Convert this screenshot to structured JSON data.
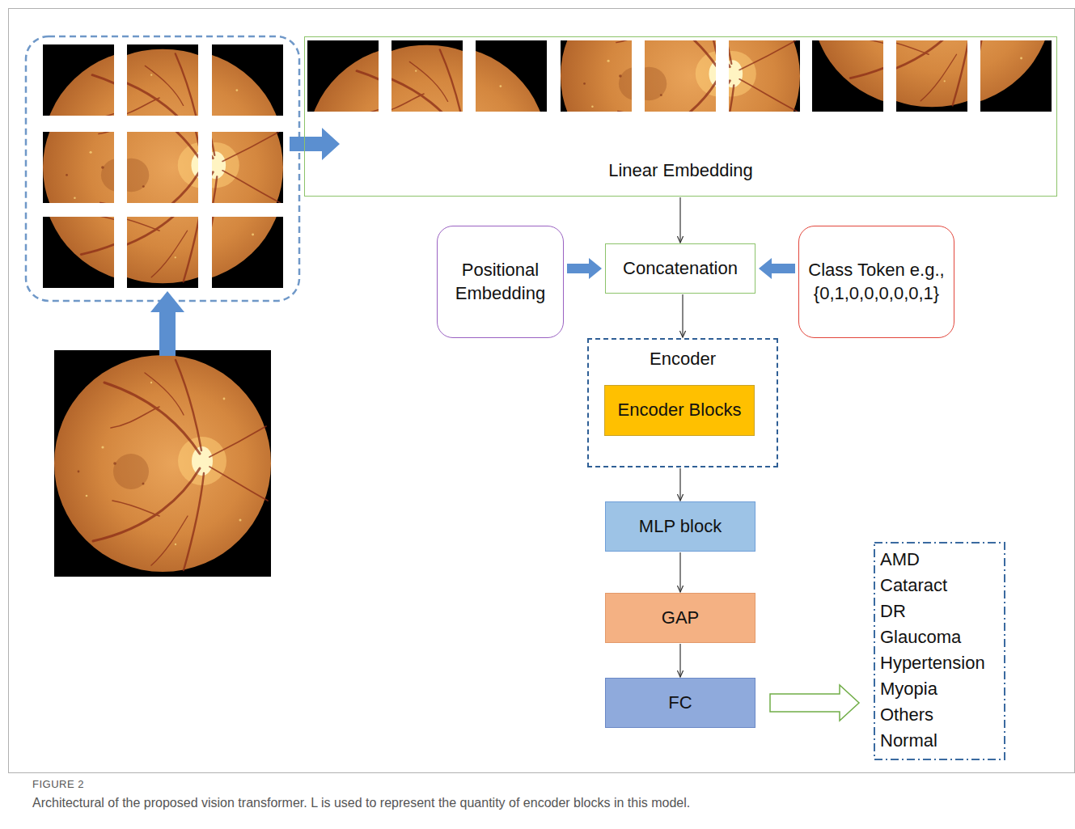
{
  "diagram": {
    "caption": "Architectural of the proposed vision transformer. L is used to represent the quantity of encoder blocks in this model.",
    "nodes": [
      {
        "text": [
          "Linear Embedding"
        ]
      },
      {
        "text": [
          "Positional Embedding"
        ]
      },
      {
        "text": [
          "Concatenation"
        ]
      },
      {
        "text": [
          "Class Token e.g., {0,1,0,0,0,0,0,1}"
        ]
      },
      {
        "text": [
          "Encoder"
        ]
      },
      {
        "text": [
          "Encoder Blocks"
        ],
        "in": 4
      },
      {
        "text": [
          "MLP block"
        ]
      },
      {
        "text": [
          "GAP"
        ]
      },
      {
        "text": [
          "FC"
        ]
      },
      {
        "text": [
          "AMD",
          "Cataract",
          "DR",
          "Glaucoma",
          "Hypertension",
          "Myopia",
          "Others",
          "Normal"
        ]
      }
    ],
    "edges": [
      {
        "from": 0,
        "to": 2,
        "arrow": "to"
      },
      {
        "from": 1,
        "to": 2,
        "arrow": "to"
      },
      {
        "from": 3,
        "to": 2,
        "arrow": "to"
      },
      {
        "from": 2,
        "to": 4,
        "arrow": "to"
      },
      {
        "from": 4,
        "to": 6,
        "arrow": "to"
      },
      {
        "from": 6,
        "to": 7,
        "arrow": "to"
      },
      {
        "from": 7,
        "to": 8,
        "arrow": "to"
      },
      {
        "from": 8,
        "to": 9,
        "arrow": "to"
      }
    ],
    "labels": [
      "FIGURE 2"
    ]
  }
}
